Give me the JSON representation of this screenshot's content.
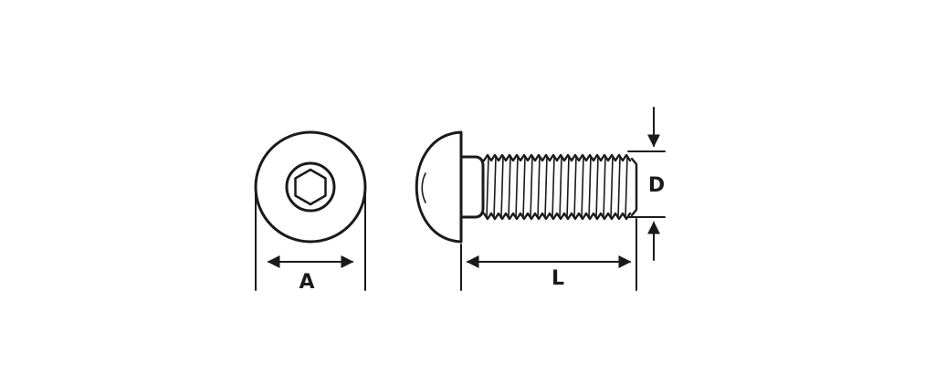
{
  "dimensions": {
    "head_diameter_label": "A",
    "length_label": "L",
    "thread_diameter_label": "D"
  },
  "colors": {
    "line": "#1a1a1a",
    "background": "#ffffff"
  }
}
